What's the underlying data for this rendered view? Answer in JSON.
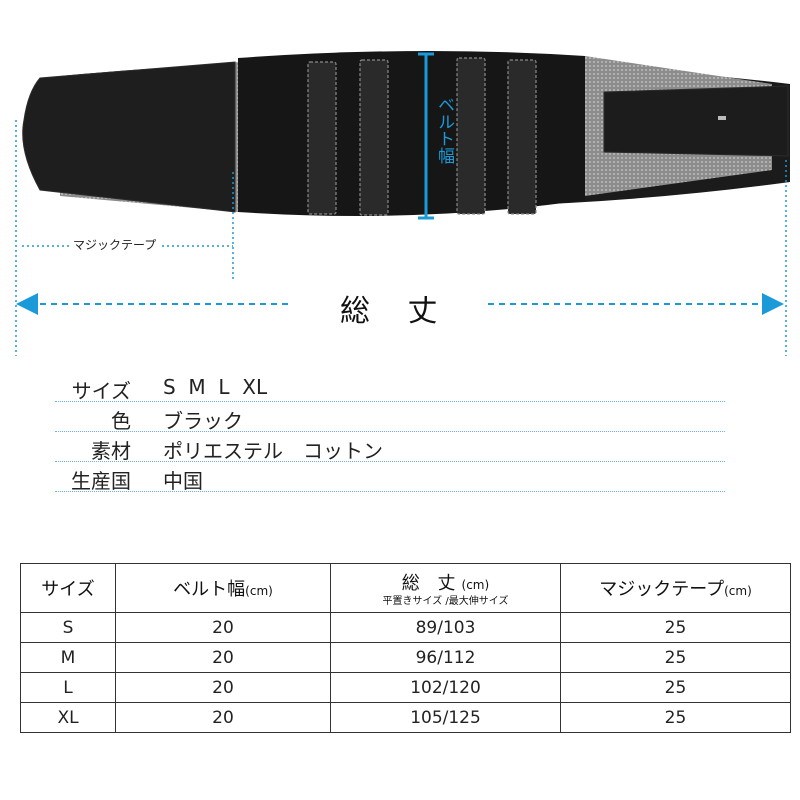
{
  "figure": {
    "magic_tape_label": "マジックテープ",
    "total_length_label": "総 丈",
    "belt_width_label": "ベルト幅",
    "colors": {
      "accent": "#1a9ad8",
      "belt": "#1b1b1b",
      "mesh": "#9a9a9a"
    }
  },
  "specs": [
    {
      "key": "サイズ",
      "value": "S  M  L  XL"
    },
    {
      "key": "色",
      "value": "ブラック"
    },
    {
      "key": "素材",
      "value": "ポリエステル　コットン"
    },
    {
      "key": "生産国",
      "value": "中国"
    }
  ],
  "table": {
    "headers": {
      "size": "サイズ",
      "belt_width": "ベルト幅",
      "belt_width_unit": "(cm)",
      "total": "総 丈",
      "total_unit": "(cm)",
      "total_sub": "平置きサイズ /最大伸サイズ",
      "magic": "マジックテープ",
      "magic_unit": "(cm)"
    },
    "rows": [
      {
        "size": "S",
        "width": "20",
        "total": "89/103",
        "magic": "25"
      },
      {
        "size": "M",
        "width": "20",
        "total": "96/112",
        "magic": "25"
      },
      {
        "size": "L",
        "width": "20",
        "total": "102/120",
        "magic": "25"
      },
      {
        "size": "XL",
        "width": "20",
        "total": "105/125",
        "magic": "25"
      }
    ]
  }
}
